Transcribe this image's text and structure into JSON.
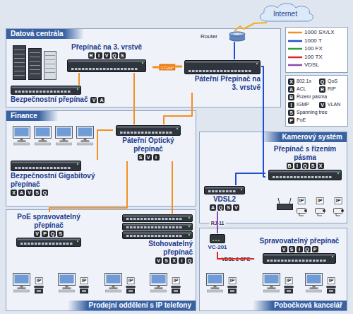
{
  "diagram": {
    "nodes": [
      {
        "text": [
          "Internet"
        ]
      },
      {
        "text": [
          "Router"
        ]
      },
      {
        "text": [
          "Datová centrála"
        ]
      },
      {
        "text": [
          "Přepínač na 3. vrstvě",
          "R",
          "I",
          "V",
          "Q",
          "S"
        ],
        "in": 2
      },
      {
        "text": [
          "Páteřní Přepínač na 3. vrstvě"
        ],
        "in": 2
      },
      {
        "text": [
          "Bezpečnostní přepínač",
          "V",
          "A"
        ],
        "in": 2
      },
      {
        "text": [
          "Finance"
        ]
      },
      {
        "text": [
          "Páteřní Optický přepínač",
          "S",
          "V",
          "I"
        ],
        "in": 6
      },
      {
        "text": [
          "Bezpečnostní Gigabitový přepínač",
          "X",
          "A",
          "V",
          "S",
          "Q"
        ],
        "in": 6
      },
      {
        "text": [
          "Kamerový systém"
        ]
      },
      {
        "text": [
          "Přepínač s řízením pásma",
          "B",
          "I",
          "Q",
          "S",
          "X"
        ],
        "in": 9
      },
      {
        "text": [
          "VDSL2",
          "A",
          "Q",
          "S",
          "V"
        ],
        "in": 9
      },
      {
        "text": [
          "Prodejní oddělení s IP telefony"
        ]
      },
      {
        "text": [
          "PoE spravovatelný přepínač",
          "V",
          "P",
          "Q",
          "S"
        ],
        "in": 12
      },
      {
        "text": [
          "Stohovatelný přepínač",
          "V",
          "S",
          "X",
          "I",
          "Q"
        ],
        "in": 12
      },
      {
        "text": [
          "Pobočková kancelář"
        ]
      },
      {
        "text": [
          "VC-201"
        ],
        "in": 15
      },
      {
        "text": [
          "Spravovatelný přepínač",
          "V",
          "S",
          "I",
          "Q",
          "P"
        ],
        "in": 15
      }
    ],
    "edges": [
      {
        "from": 1,
        "to": 0,
        "arrow": "none"
      },
      {
        "from": 1,
        "to": 4,
        "arrow": "none"
      },
      {
        "from": 3,
        "to": 4,
        "label": "VRRP",
        "arrow": "none"
      },
      {
        "from": 3,
        "to": 5,
        "arrow": "none"
      },
      {
        "from": 3,
        "to": 7,
        "arrow": "none"
      },
      {
        "from": 4,
        "to": 7,
        "arrow": "none"
      },
      {
        "from": 7,
        "to": 8,
        "arrow": "none"
      },
      {
        "from": 7,
        "to": 13,
        "arrow": "none"
      },
      {
        "from": 7,
        "to": 14,
        "arrow": "none"
      },
      {
        "from": 4,
        "to": 10,
        "arrow": "none"
      },
      {
        "from": 11,
        "to": 10,
        "arrow": "none"
      },
      {
        "from": 11,
        "to": 16,
        "label": "RJ-11",
        "arrow": "none"
      },
      {
        "from": 16,
        "to": 17,
        "label": "VDSL 2 CPE",
        "arrow": "none"
      }
    ],
    "labels": [
      "X",
      "Q",
      "A",
      "R",
      "B",
      "I",
      "S",
      "P",
      "V",
      "IP",
      "IP",
      "IP",
      "IP",
      "IP",
      "IP",
      "IP",
      "IP",
      "IP",
      "IP"
    ],
    "legend": [
      {
        "text": "1000 SX/LX"
      },
      {
        "text": "1000 T"
      },
      {
        "text": "100 FX"
      },
      {
        "text": "100 TX"
      },
      {
        "text": "VDSL"
      },
      {
        "text": "802.1x"
      },
      {
        "text": "QoS"
      },
      {
        "text": "ACL"
      },
      {
        "text": "RIP"
      },
      {
        "text": "Řízení pásma"
      },
      {
        "text": "IGMP"
      },
      {
        "text": "Spanning tree"
      },
      {
        "text": "PoE"
      },
      {
        "text": "VLAN"
      }
    ]
  }
}
